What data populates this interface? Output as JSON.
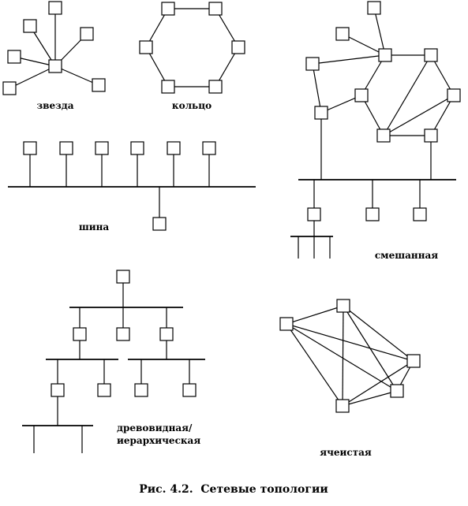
{
  "figure": {
    "caption": "Рис. 4.2.  Сетевые топологии",
    "labels": {
      "star": "звезда",
      "ring": "кольцо",
      "bus": "шина",
      "mixed": "смешанная",
      "tree_line1": "древовидная/",
      "tree_line2": "иерархическая",
      "mesh": "ячеистая"
    }
  }
}
